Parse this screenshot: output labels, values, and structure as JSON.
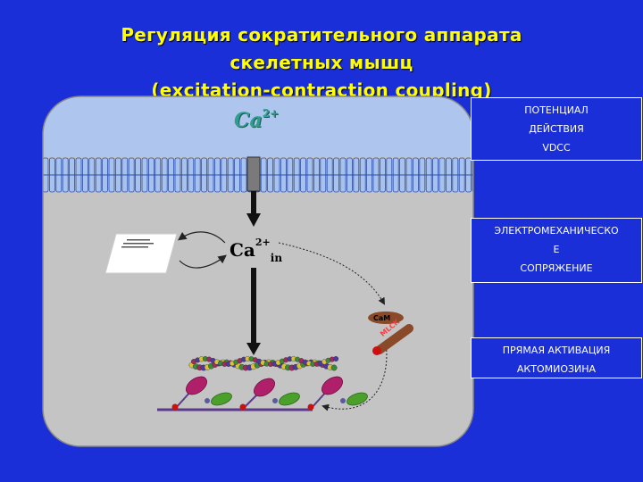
{
  "title": {
    "line1": "Регуляция сократительного аппарата",
    "line2": "скелетных мышц",
    "line3": "(excitation-contraction coupling)"
  },
  "diagram": {
    "ca_outside": "Ca",
    "ca_outside_charge": "2+",
    "ca_inside": "Ca",
    "ca_inside_charge": "2+",
    "ca_inside_sub": "in",
    "calmodulin": "CaM",
    "mlck": "MLCK"
  },
  "boxes": {
    "box1": [
      "ПОТЕНЦИАЛ",
      "ДЕЙСТВИЯ",
      "VDCC"
    ],
    "box2": [
      "ЭЛЕКТРОМЕХАНИЧЕСКО",
      "Е",
      "СОПРЯЖЕНИЕ"
    ],
    "box3": [
      "ПРЯМАЯ АКТИВАЦИЯ",
      "АКТОМИОЗИНА"
    ]
  },
  "colors": {
    "background": "#1a2fd8",
    "title": "#ffff00",
    "cytoplasm": "#c4c4c4",
    "extracellular": "#aec6ee",
    "membrane": "#aac4ee",
    "ca_label": "#2f9e8e"
  }
}
